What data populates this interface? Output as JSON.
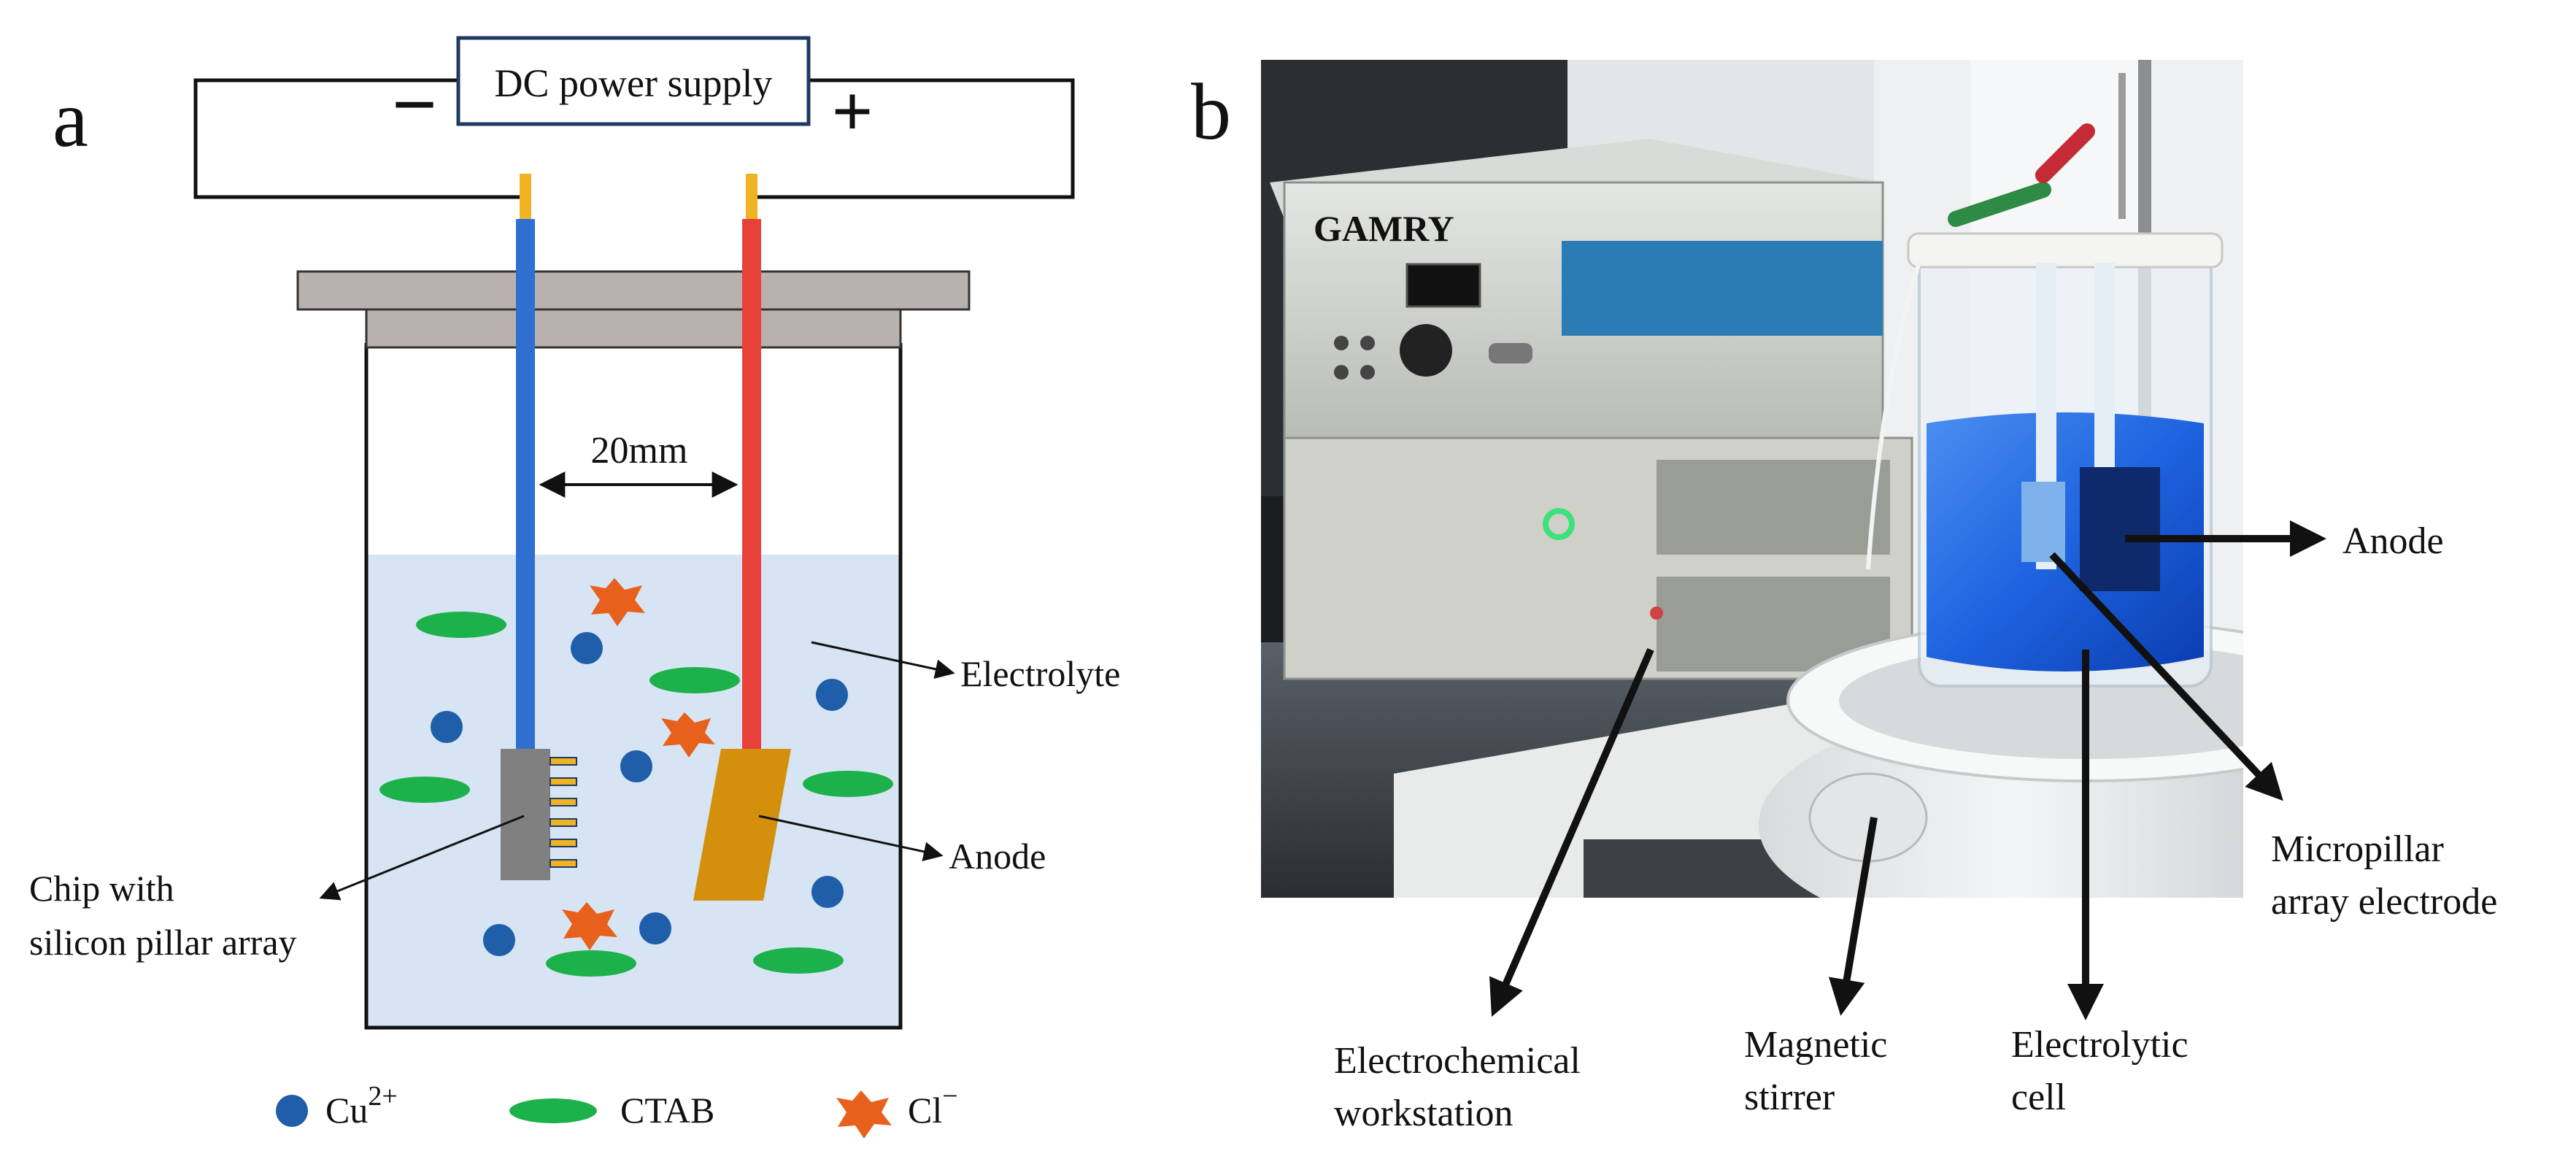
{
  "panel_a": {
    "panel_label": "a",
    "power_supply_label": "DC power supply",
    "minus_sign": "−",
    "plus_sign": "+",
    "gap_label": "20mm",
    "electrolyte_label": "Electrolyte",
    "anode_label": "Anode",
    "chip_label_line1": "Chip with",
    "chip_label_line2": "silicon pillar array",
    "legend": {
      "cu_base": "Cu",
      "cu_sup": "2+",
      "ctab": "CTAB",
      "cl_base": "Cl",
      "cl_sup": "−"
    },
    "colors": {
      "cathode_rod": "#2e6fd0",
      "anode_rod": "#e8413a",
      "electrolyte": "#d6e4f3",
      "lid": "#b9b1ae",
      "cu_ion": "#1f5ea8",
      "ctab": "#1db14b",
      "cl_ion": "#e8611c",
      "anode_plate": "#d4900c",
      "chip": "#808080",
      "chip_pillars": "#f0b323"
    }
  },
  "panel_b": {
    "panel_label": "b",
    "device_brand": "GAMRY",
    "anode_label": "Anode",
    "micropillar_line1": "Micropillar",
    "micropillar_line2": "array electrode",
    "workstation_line1": "Electrochemical",
    "workstation_line2": "workstation",
    "stirrer_line1": "Magnetic",
    "stirrer_line2": "stirrer",
    "cell_line1": "Electrolytic",
    "cell_line2": "cell"
  }
}
